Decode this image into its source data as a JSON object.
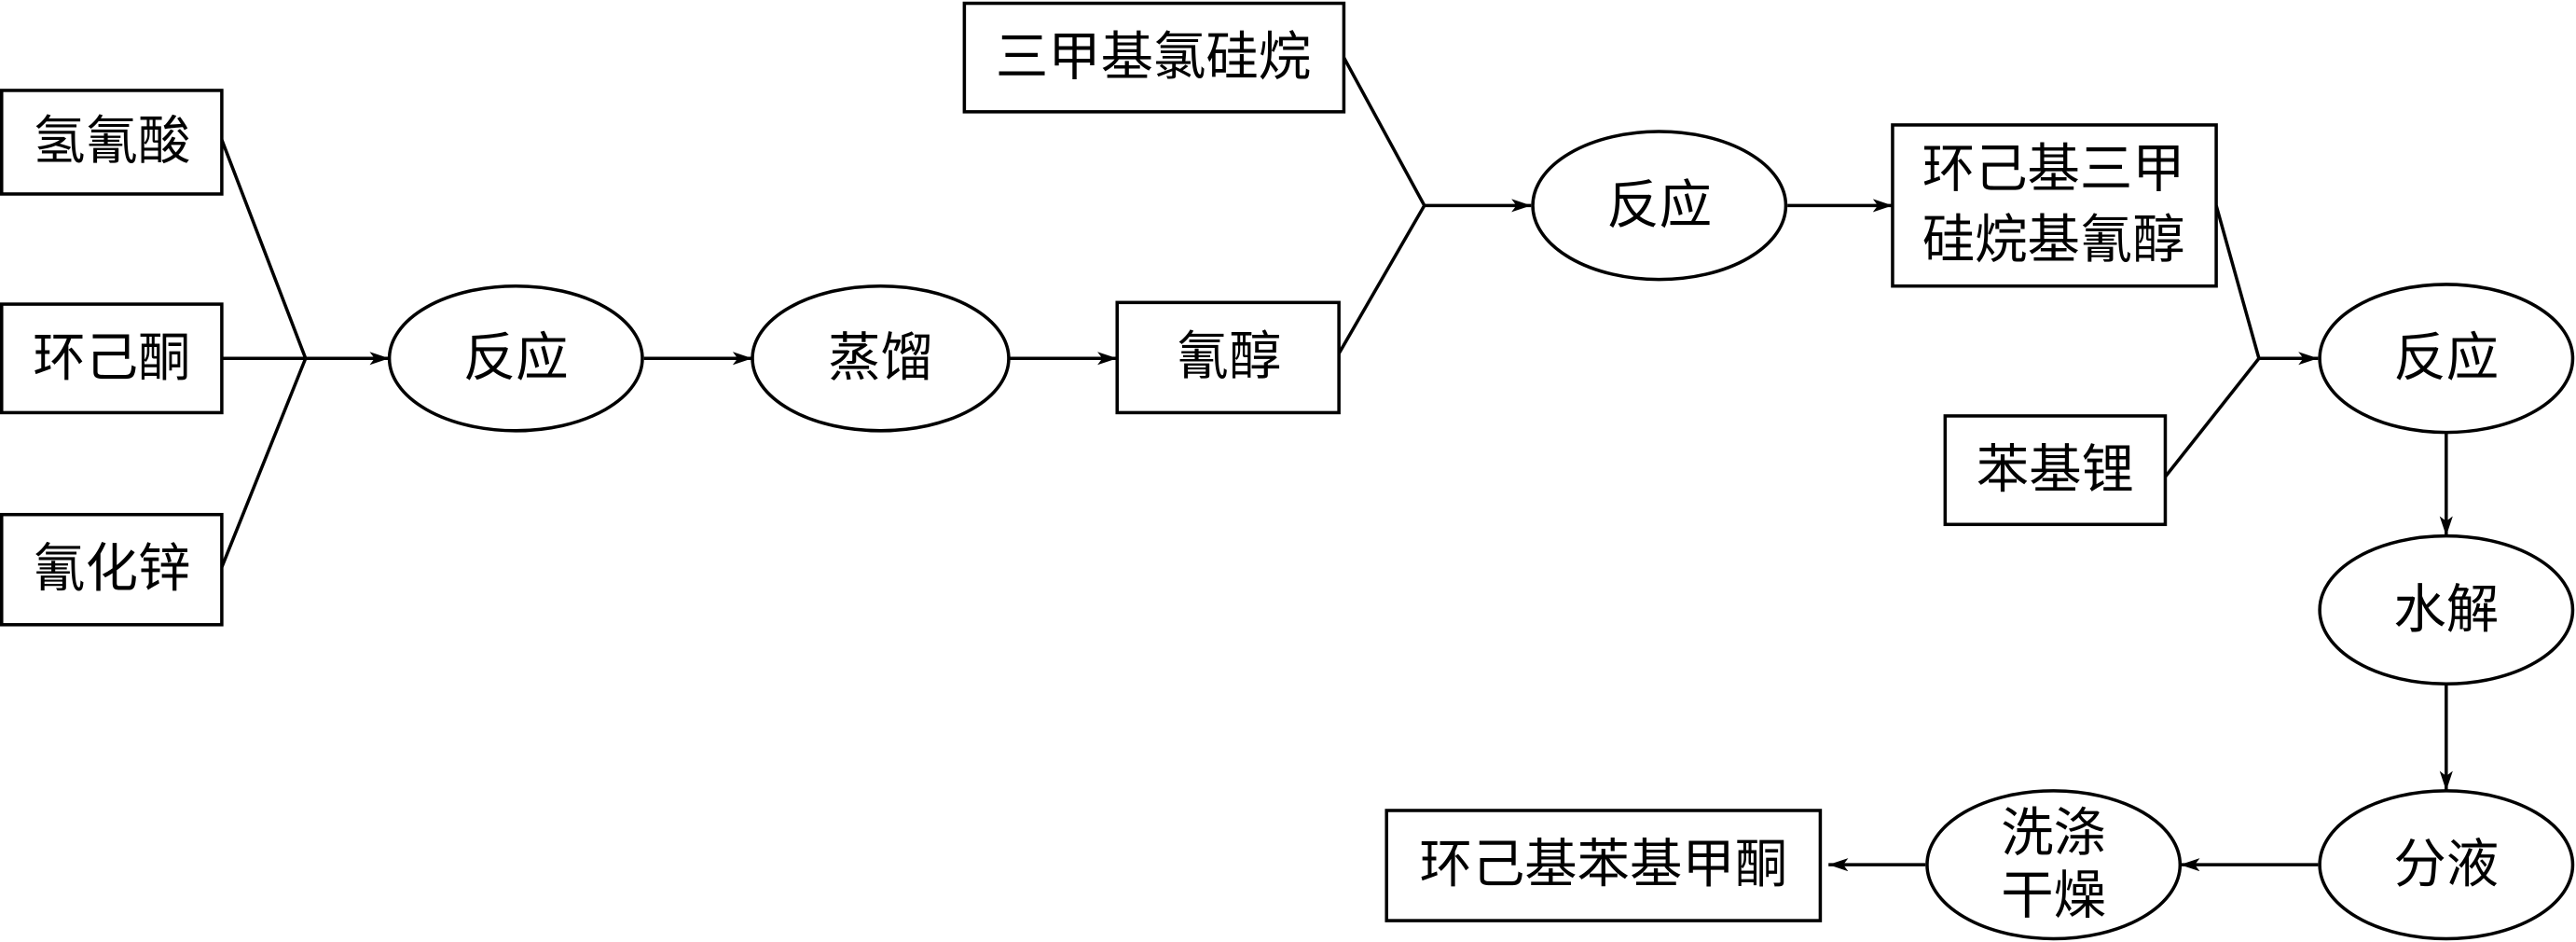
{
  "nodes": {
    "hcn": "氢氰酸",
    "cyclohexanone": "环己酮",
    "zncn": "氰化锌",
    "react1": "反应",
    "distill": "蒸馏",
    "cyanohydrin": "氰醇",
    "tmscl": "三甲基氯硅烷",
    "react2": "反应",
    "product1_line1": "环己基三甲",
    "product1_line2": "硅烷基氰醇",
    "phli": "苯基锂",
    "react3": "反应",
    "hydrolysis": "水解",
    "separation": "分液",
    "wash_line1": "洗涤",
    "wash_line2": "干燥",
    "final": "环己基苯基甲酮"
  }
}
